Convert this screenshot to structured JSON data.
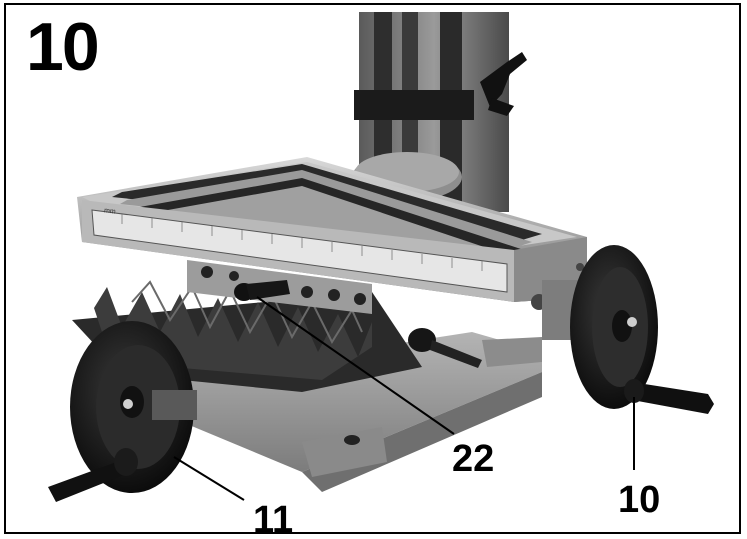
{
  "figure": {
    "number": "10",
    "callouts": [
      {
        "label": "22",
        "part": "table-lock-lever"
      },
      {
        "label": "10",
        "part": "longitudinal-handwheel"
      },
      {
        "label": "11",
        "part": "cross-handwheel"
      }
    ]
  },
  "scale_bar": {
    "unit": "mm"
  }
}
